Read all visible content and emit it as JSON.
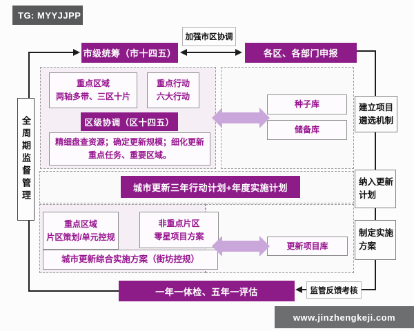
{
  "tag": "TG: MYYJJPP",
  "watermark": "www.jinzhengkeji.com",
  "colors": {
    "purple": "#8d1c88",
    "purple_text": "#97148f",
    "arrow": "#c9a7da"
  },
  "top": {
    "coordination_note": "加强市区协调",
    "city_overall": "市级统筹（市十四五）",
    "district_apply": "各区、各部门申报"
  },
  "left_rail": {
    "label": "全周期监督管理"
  },
  "top_left_panel": {
    "key_area_line1": "重点区域",
    "key_area_line2": "两轴多带、三区十片",
    "key_action_line1": "重点行动",
    "key_action_line2": "六大行动",
    "district_coord": "区级协调（区十四五）",
    "detail_line1": "精细盘查资源；确定更新规模；细化更新",
    "detail_line2": "重点任务、重要区域。"
  },
  "top_right_panel": {
    "seed_bank": "种子库",
    "reserve_bank": "储备库"
  },
  "right_rail": {
    "select_line1": "建立项目",
    "select_line2": "遴选机制",
    "plan_line1": "纳入更新",
    "plan_line2": "计划",
    "impl_line1": "制定实施",
    "impl_line2": "方案"
  },
  "middle_band": {
    "action_plan": "城市更新三年行动计划+年度实施计划"
  },
  "bottom_left_panel": {
    "key_area_line1": "重点区域",
    "key_area_line2": "片区策划/单元控规",
    "non_key_line1": "非重点片区",
    "non_key_line2": "零星项目方案",
    "comprehensive": "城市更新综合实施方案（街坊控规）"
  },
  "bottom_right_panel": {
    "project_library": "更新项目库"
  },
  "bottom": {
    "feedback": "监管反馈考核",
    "evaluation": "一年一体检、五年一评估"
  }
}
